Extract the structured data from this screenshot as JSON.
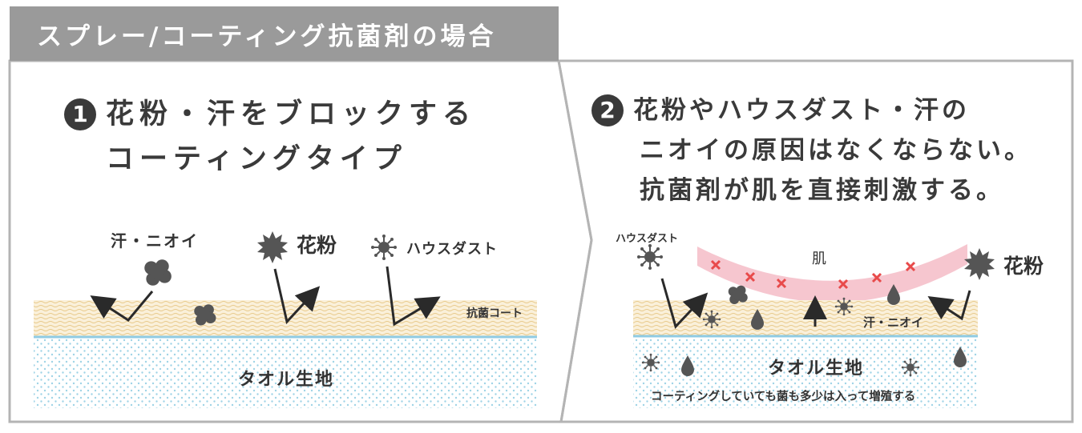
{
  "tab_title": "スプレー/コーティング抗菌剤の場合",
  "panel1": {
    "number": "1",
    "title_line1": "花粉・汗をブロックする",
    "title_line2": "コーティングタイプ",
    "labels": {
      "sweat_odor": "汗・ニオイ",
      "pollen": "花粉",
      "house_dust": "ハウスダスト",
      "coat": "抗菌コート",
      "towel": "タオル生地"
    }
  },
  "panel2": {
    "number": "2",
    "title_line1": "花粉やハウスダスト・汗の",
    "title_line2": "ニオイの原因はなくならない。",
    "title_line3": "抗菌剤が肌を直接刺激する。",
    "labels": {
      "house_dust": "ハウスダスト",
      "skin": "肌",
      "pollen": "花粉",
      "sweat_odor": "汗・ニオイ",
      "towel": "タオル生地",
      "note": "コーティングしていても菌も多少は入って増殖する"
    }
  },
  "colors": {
    "tab_bg": "#9a9a9a",
    "frame": "#b4b4b4",
    "coat_bg": "#faf0da",
    "wave": "#e8c98a",
    "towel_dots": "#9fd3e6",
    "skin": "#f6c6cf",
    "cross": "#e84a4a",
    "particle": "#555555"
  }
}
